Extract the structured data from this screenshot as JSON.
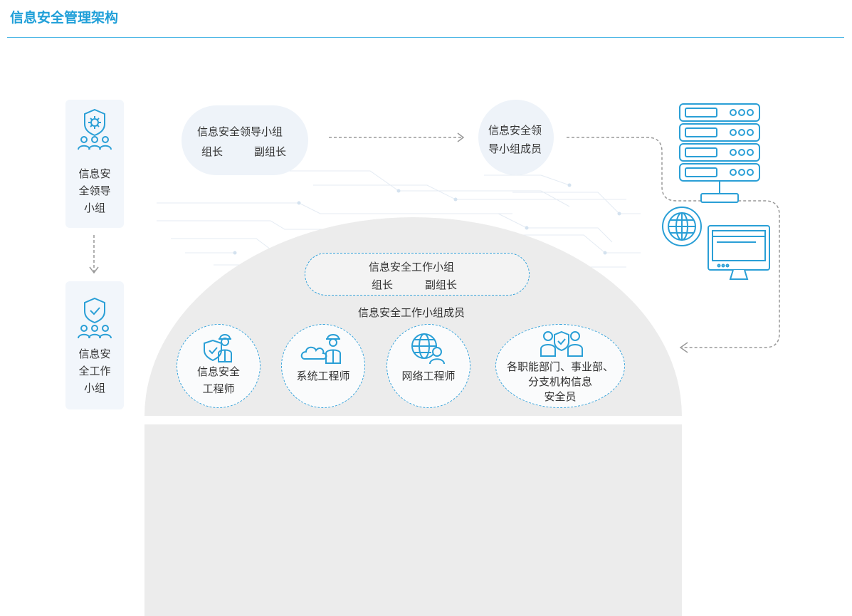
{
  "page": {
    "title": "信息安全管理架构"
  },
  "sidebar": {
    "leadership": {
      "line1": "信息安",
      "line2": "全领导",
      "line3": "小组"
    },
    "working": {
      "line1": "信息安",
      "line2": "全工作",
      "line3": "小组"
    }
  },
  "leadership_group": {
    "line1": "信息安全领导小组",
    "leader": "组长",
    "deputy": "副组长"
  },
  "leadership_members": {
    "line1": "信息安全领",
    "line2": "导小组成员"
  },
  "working_group": {
    "line1": "信息安全工作小组",
    "leader": "组长",
    "deputy": "副组长",
    "members": "信息安全工作小组成员"
  },
  "roles": {
    "security": {
      "line1": "信息安全",
      "line2": "工程师"
    },
    "system": {
      "line1": "系统工程师"
    },
    "network": {
      "line1": "网络工程师"
    },
    "departments": {
      "line1": "各职能部门、事业部、",
      "line2": "分支机构信息",
      "line3": "安全员"
    }
  },
  "colors": {
    "accent": "#1f9fd8",
    "icon": "#2a9fd6",
    "arrow": "#999999"
  }
}
